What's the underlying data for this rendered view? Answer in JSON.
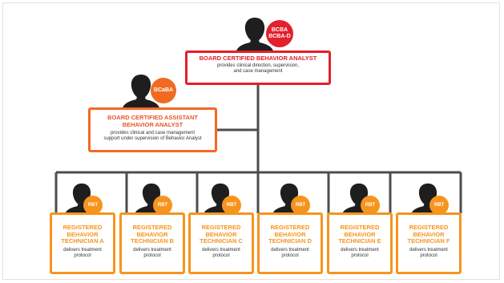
{
  "analyst": {
    "badge_line1": "BCBA",
    "badge_line2": "BCBA-D",
    "title": "BOARD CERTIFIED BEHAVIOR ANALYST",
    "desc_line1": "provides clinical direction, supervision,",
    "desc_line2": "and case management"
  },
  "assistant": {
    "badge": "BCaBA",
    "title_line1": "BOARD CERTIFIED ASSISTANT",
    "title_line2": "BEHAVIOR ANALYST",
    "desc_line1": "provides clinical and case management",
    "desc_line2": "support under supervision of Behavior Analyst"
  },
  "technicians": [
    {
      "badge": "RBT",
      "title_line1": "REGISTERED",
      "title_line2": "BEHAVIOR",
      "title_line3": "TECHNICIAN A",
      "desc_line1": "delivers treatment",
      "desc_line2": "protocol"
    },
    {
      "badge": "RBT",
      "title_line1": "REGISTERED",
      "title_line2": "BEHAVIOR",
      "title_line3": "TECHNICIAN B",
      "desc_line1": "delivers treatment",
      "desc_line2": "protocol"
    },
    {
      "badge": "RBT",
      "title_line1": "REGISTERED",
      "title_line2": "BEHAVIOR",
      "title_line3": "TECHNICIAN C",
      "desc_line1": "delivers treatment",
      "desc_line2": "protocol"
    },
    {
      "badge": "RBT",
      "title_line1": "REGISTERED",
      "title_line2": "BEHAVIOR",
      "title_line3": "TECHNICIAN D",
      "desc_line1": "delivers treatment",
      "desc_line2": "protocol"
    },
    {
      "badge": "RBT",
      "title_line1": "REGISTERED",
      "title_line2": "BEHAVIOR",
      "title_line3": "TECHNICIAN E",
      "desc_line1": "delivers treatment",
      "desc_line2": "protocol"
    },
    {
      "badge": "RBT",
      "title_line1": "REGISTERED",
      "title_line2": "BEHAVIOR",
      "title_line3": "TECHNICIAN F",
      "desc_line1": "delivers treatment",
      "desc_line2": "protocol"
    }
  ],
  "colors": {
    "analyst": "#e3202b",
    "assistant": "#f26a21",
    "technician": "#f7941d",
    "connector": "#4d4d4d",
    "silhouette": "#1e1e1e"
  },
  "icons": {
    "person": "person-silhouette-icon"
  }
}
